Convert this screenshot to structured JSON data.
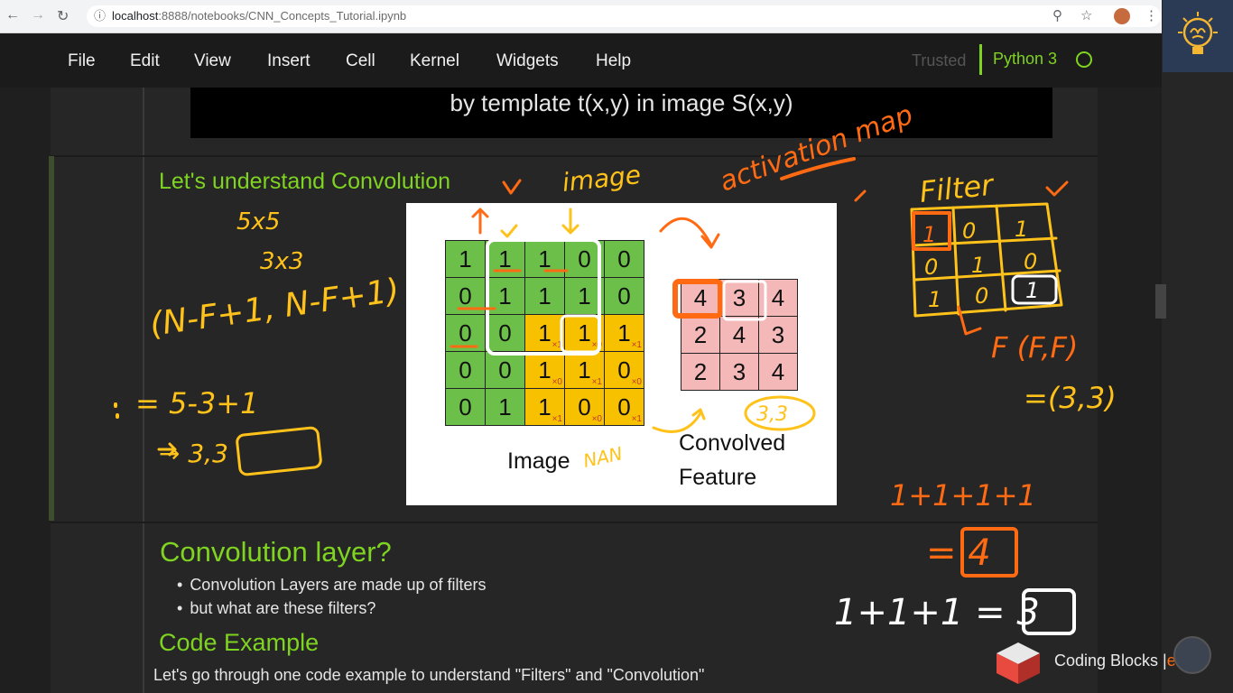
{
  "browser": {
    "url_host": "localhost",
    "url_rest": ":8888/notebooks/CNN_Concepts_Tutorial.ipynb"
  },
  "menu": {
    "items": [
      "File",
      "Edit",
      "View",
      "Insert",
      "Cell",
      "Kernel",
      "Widgets",
      "Help"
    ],
    "trusted": "Trusted",
    "kernel": "Python 3"
  },
  "notebook": {
    "top_caption": "by template t(x,y) in image S(x,y)",
    "heading_understand": "Let's understand Convolution",
    "heading_layer": "Convolution layer?",
    "bullets": [
      "Convolution Layers are made up of filters",
      "but what are these filters?"
    ],
    "heading_code": "Code Example",
    "code_text": "Let's go through one code example to understand \"Filters\" and \"Convolution\""
  },
  "figure": {
    "image_grid": [
      [
        "1",
        "1",
        "1",
        "0",
        "0"
      ],
      [
        "0",
        "1",
        "1",
        "1",
        "0"
      ],
      [
        "0",
        "0",
        "1",
        "1",
        "1"
      ],
      [
        "0",
        "0",
        "1",
        "1",
        "0"
      ],
      [
        "0",
        "1",
        "1",
        "0",
        "0"
      ]
    ],
    "image_subs": [
      [
        "",
        "",
        "",
        "",
        ""
      ],
      [
        "",
        "",
        "",
        "",
        ""
      ],
      [
        "",
        "",
        "×1",
        "×0",
        "×1"
      ],
      [
        "",
        "",
        "×0",
        "×1",
        "×0"
      ],
      [
        "",
        "",
        "×1",
        "×0",
        "×1"
      ]
    ],
    "image_label": "Image",
    "convolved_grid": [
      [
        "4",
        "3",
        "4"
      ],
      [
        "2",
        "4",
        "3"
      ],
      [
        "2",
        "3",
        "4"
      ]
    ],
    "convolved_label_1": "Convolved",
    "convolved_label_2": "Feature"
  },
  "annotations": {
    "image": "image",
    "activation_map": "activation map",
    "size_5x5": "5x5",
    "size_3x3": "3x3",
    "formula": "(N-F+1, N-F+1)",
    "calc": "= 5-3+1",
    "result": "→ 3,3",
    "nan": "NAN",
    "out33": "3,3",
    "filter": "Filter",
    "filter_grid": [
      [
        "1",
        "0",
        "1"
      ],
      [
        "0",
        "1",
        "0"
      ],
      [
        "1",
        "0",
        "1"
      ]
    ],
    "ff": "F (F,F)",
    "eq33": "=(3,3)",
    "sum4": "1+1+1+1",
    "eq4": "= 4",
    "sum3": "1+1+1 = 3"
  },
  "credit": {
    "brand": "Coding Blocks |",
    "tail": "e"
  },
  "colors": {
    "jupyter_green": "#7fd321",
    "ink_orange": "#ff6a13",
    "ink_yellow": "#ffc21a",
    "ink_white": "#ffffff"
  }
}
